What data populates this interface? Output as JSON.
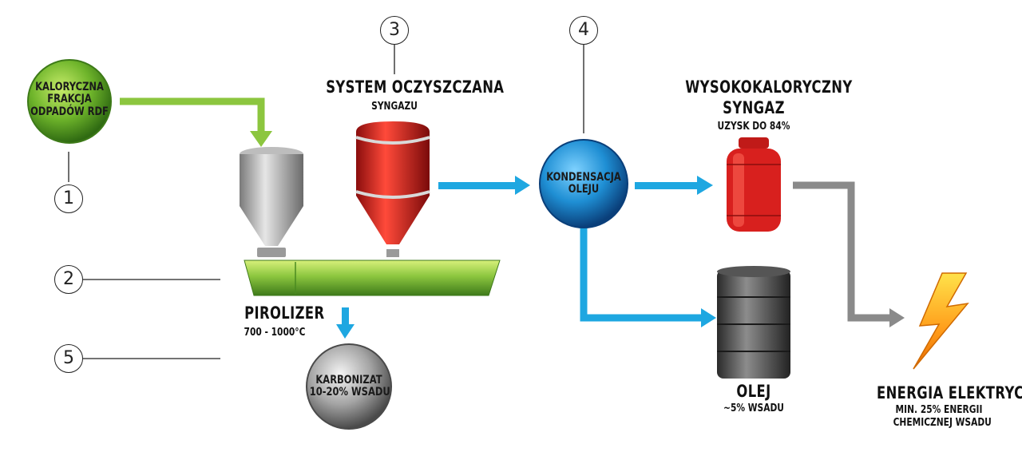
{
  "steps": {
    "s1": "1",
    "s2": "2",
    "s3": "3",
    "s4": "4",
    "s5": "5"
  },
  "rdf": {
    "line1": "KALORYCZNA",
    "line2": "FRAKCJA",
    "line3": "ODPADÓW RDF"
  },
  "cleaning": {
    "title": "SYSTEM OCZYSZCZANA",
    "subtitle": "SYNGAZU"
  },
  "condensation": {
    "line1": "KONDENSACJA",
    "line2": "OLEJU"
  },
  "syngas": {
    "line1": "WYSOKOKALORYCZNY",
    "line2": "SYNGAZ",
    "sub": "UZYSK DO 84%"
  },
  "pyrolizer": {
    "title": "PIROLIZER",
    "sub": "700 - 1000°C"
  },
  "char": {
    "line1": "KARBONIZAT",
    "line2": "10-20% WSADU"
  },
  "oil": {
    "title": "OLEJ",
    "sub": "~5% WSADU"
  },
  "energy": {
    "title": "ENERGIA ELEKTRYCZNA",
    "sub1": "MIN. 25% ENERGII",
    "sub2": "CHEMICZNEJ WSADU"
  },
  "colors": {
    "green_arrow": "#8cc63f",
    "blue_arrow": "#1ea7e1",
    "gray_arrow": "#8a8a8a",
    "rdf_ball": "#6fb52b",
    "red_cyclone": "#d8201e",
    "blue_ball": "#1f8fd4",
    "gray_ball": "#9a9a9a",
    "pyrolizer": "#8cc63f"
  }
}
